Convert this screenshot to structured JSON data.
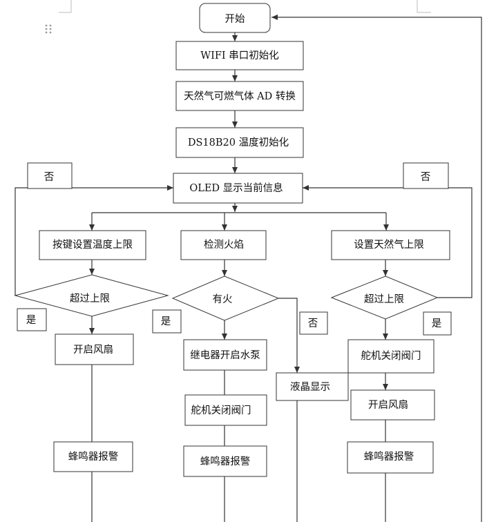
{
  "flowchart": {
    "start": "开始",
    "wifi_init": "WIFI 串口初始化",
    "gas_ad": "天然气可燃气体 AD 转换",
    "temp_init": "DS18B20 温度初始化",
    "oled_display": "OLED 显示当前信息",
    "left_branch": {
      "set_temp_limit": "按键设置温度上限",
      "decision": "超过上限",
      "yes_label": "是",
      "no_label": "否",
      "fan_on": "开启风扇",
      "buzzer": "蜂鸣器报警"
    },
    "middle_branch": {
      "detect_flame": "检测火焰",
      "decision": "有火",
      "yes_label": "是",
      "no_label": "否",
      "relay_pump": "继电器开启水泵",
      "servo_close_valve": "舵机关闭阀门",
      "buzzer": "蜂鸣器报警",
      "lcd_display": "液晶显示"
    },
    "right_branch": {
      "set_gas_limit": "设置天然气上限",
      "decision": "超过上限",
      "yes_label": "是",
      "no_label": "否",
      "servo_close_valve": "舵机关闭阀门",
      "fan_on": "开启风扇",
      "buzzer": "蜂鸣器报警"
    }
  },
  "colors": {
    "line": "#333333",
    "node_fill": "#ffffff",
    "guide": "#bbbbbb"
  },
  "icons": {
    "drag_handle": "drag-handle-icon"
  }
}
